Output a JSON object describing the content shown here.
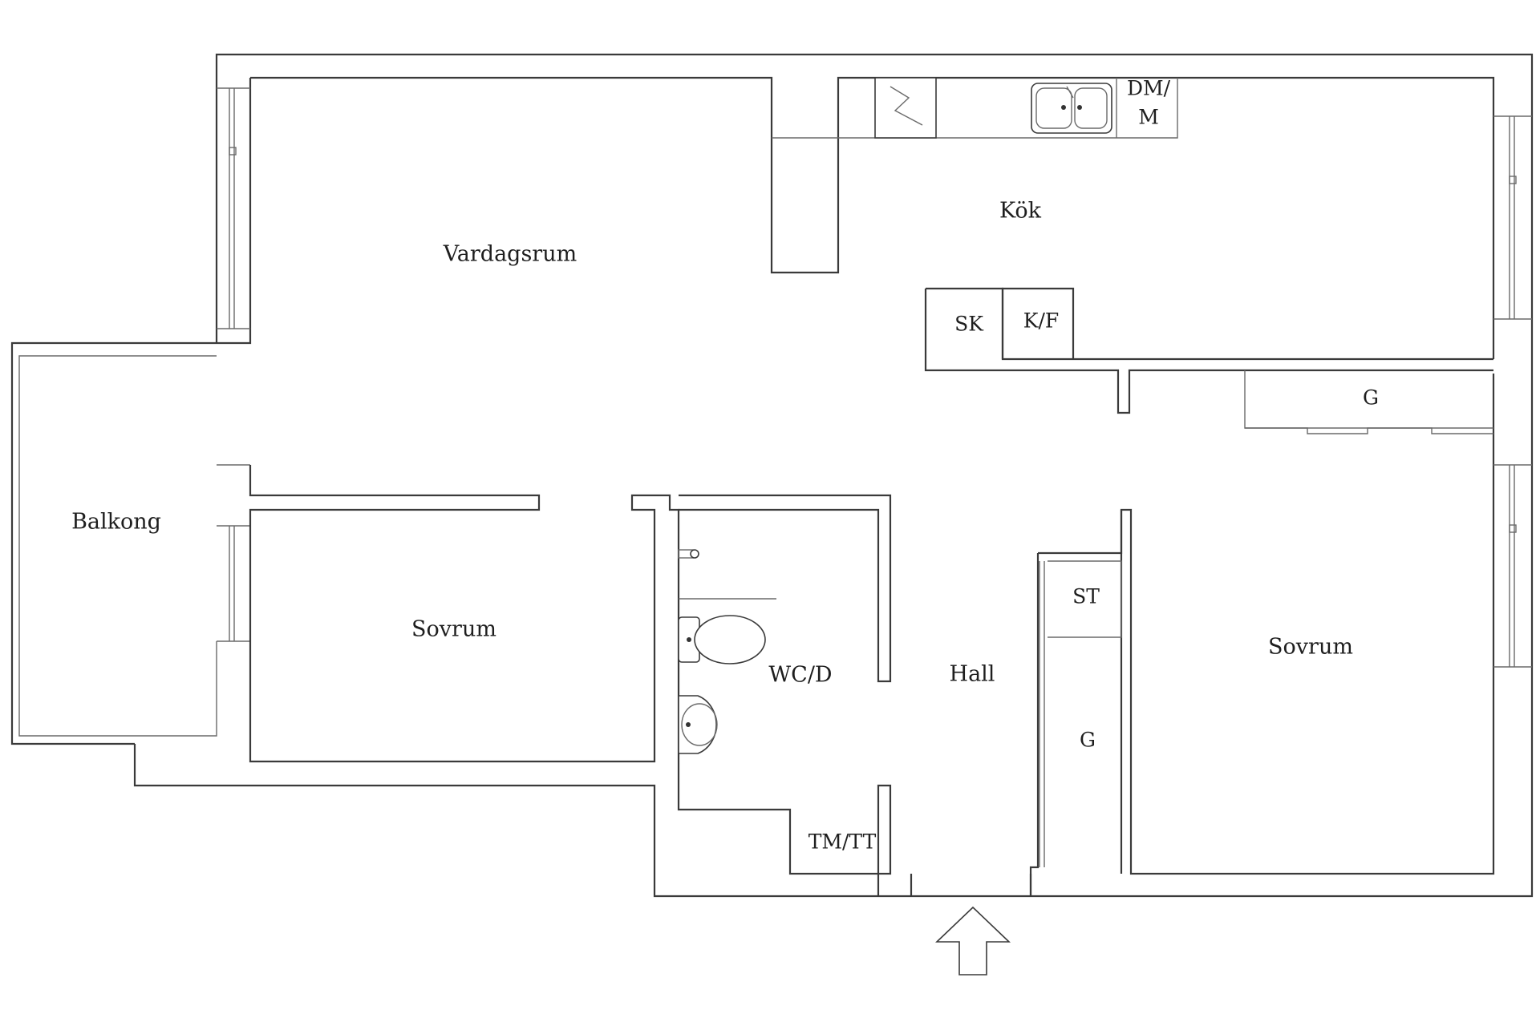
{
  "rooms": {
    "vardagsrum": "Vardagsrum",
    "kok": "Kök",
    "balkong": "Balkong",
    "sovrum_left": "Sovrum",
    "sovrum_right": "Sovrum",
    "wc": "WC/D",
    "hall": "Hall"
  },
  "fixtures": {
    "dm_line1": "DM/",
    "dm_line2": "M",
    "sk": "SK",
    "kf": "K/F",
    "g_top": "G",
    "st": "ST",
    "g_hall": "G",
    "tmtt": "TM/TT"
  },
  "icons": {
    "stove": "stove-icon",
    "sink": "kitchen-sink-icon",
    "toilet": "toilet-icon",
    "basin": "washbasin-icon",
    "entrance": "entrance-arrow-icon"
  },
  "colors": {
    "walls": "#3a3a3a",
    "background": "#ffffff"
  }
}
